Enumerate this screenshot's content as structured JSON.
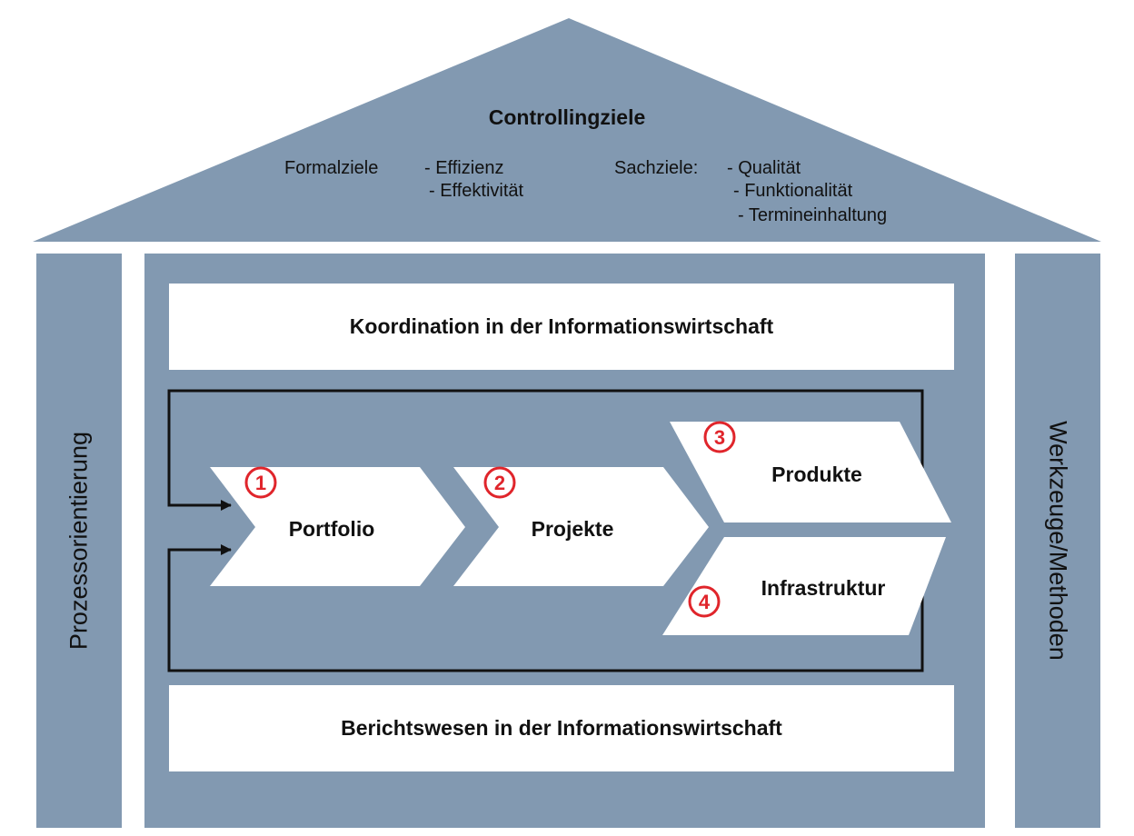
{
  "roof": {
    "title": "Controllingziele",
    "formal_label": "Formalziele",
    "formal_items": [
      "- Effizienz",
      "- Effektivität"
    ],
    "sach_label": "Sachziele:",
    "sach_items": [
      "- Qualität",
      "- Funktionalität",
      "- Termineinhaltung"
    ]
  },
  "pillars": {
    "left": "Prozessorientierung",
    "right": "Werkzeuge/Methoden"
  },
  "bands": {
    "top": "Koordination in der Informationswirtschaft",
    "bottom": "Berichtswesen in der Informationswirtschaft"
  },
  "steps": [
    {
      "number": "1",
      "label": "Portfolio"
    },
    {
      "number": "2",
      "label": "Projekte"
    },
    {
      "number": "3",
      "label": "Produkte"
    },
    {
      "number": "4",
      "label": "Infrastruktur"
    }
  ],
  "colors": {
    "structure": "#8299b1",
    "badge": "#e0252b",
    "background": "#ffffff",
    "text": "#111111"
  }
}
